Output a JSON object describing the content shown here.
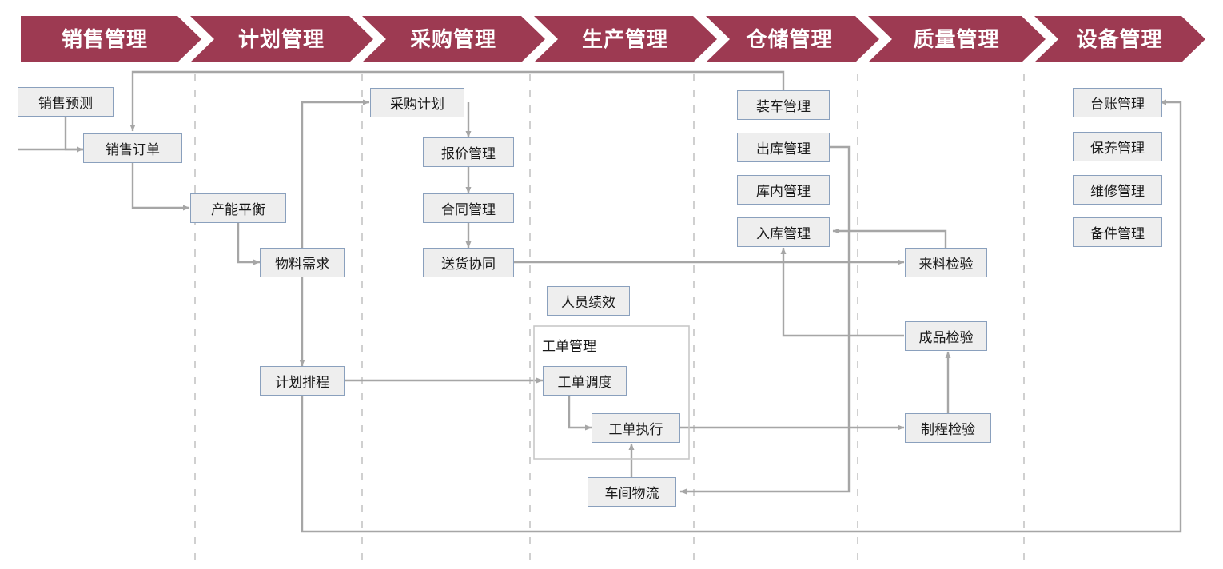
{
  "banner": {
    "color": "#9d3a52",
    "text_color": "#ffffff",
    "segments": [
      {
        "label": "销售管理"
      },
      {
        "label": "计划管理"
      },
      {
        "label": "采购管理"
      },
      {
        "label": "生产管理"
      },
      {
        "label": "仓储管理"
      },
      {
        "label": "质量管理"
      },
      {
        "label": "设备管理"
      }
    ]
  },
  "diagram": {
    "node_fill": "#eeeeee",
    "node_border": "#8aa0bd",
    "connector_color": "#a6a6a6",
    "divider_color": "#d0d0d0",
    "group_border": "#c8c8c8",
    "nodes": [
      {
        "id": "sales-forecast",
        "label": "销售预测"
      },
      {
        "id": "sales-order",
        "label": "销售订单"
      },
      {
        "id": "capacity-balance",
        "label": "产能平衡"
      },
      {
        "id": "material-demand",
        "label": "物料需求"
      },
      {
        "id": "plan-schedule",
        "label": "计划排程"
      },
      {
        "id": "purchase-plan",
        "label": "采购计划"
      },
      {
        "id": "quotation-mgmt",
        "label": "报价管理"
      },
      {
        "id": "contract-mgmt",
        "label": "合同管理"
      },
      {
        "id": "delivery-collab",
        "label": "送货协同"
      },
      {
        "id": "staff-performance",
        "label": "人员绩效"
      },
      {
        "id": "work-order-dispatch",
        "label": "工单调度"
      },
      {
        "id": "work-order-exec",
        "label": "工单执行"
      },
      {
        "id": "workshop-logistics",
        "label": "车间物流"
      },
      {
        "id": "loading-mgmt",
        "label": "装车管理"
      },
      {
        "id": "outbound-mgmt",
        "label": "出库管理"
      },
      {
        "id": "in-warehouse-mgmt",
        "label": "库内管理"
      },
      {
        "id": "inbound-mgmt",
        "label": "入库管理"
      },
      {
        "id": "incoming-inspection",
        "label": "来料检验"
      },
      {
        "id": "final-inspection",
        "label": "成品检验"
      },
      {
        "id": "process-inspection",
        "label": "制程检验"
      },
      {
        "id": "ledger-mgmt",
        "label": "台账管理"
      },
      {
        "id": "maintenance-mgmt",
        "label": "保养管理"
      },
      {
        "id": "repair-mgmt",
        "label": "维修管理"
      },
      {
        "id": "spare-parts-mgmt",
        "label": "备件管理"
      }
    ],
    "groups": [
      {
        "id": "work-order-group",
        "label": "工单管理"
      }
    ]
  }
}
